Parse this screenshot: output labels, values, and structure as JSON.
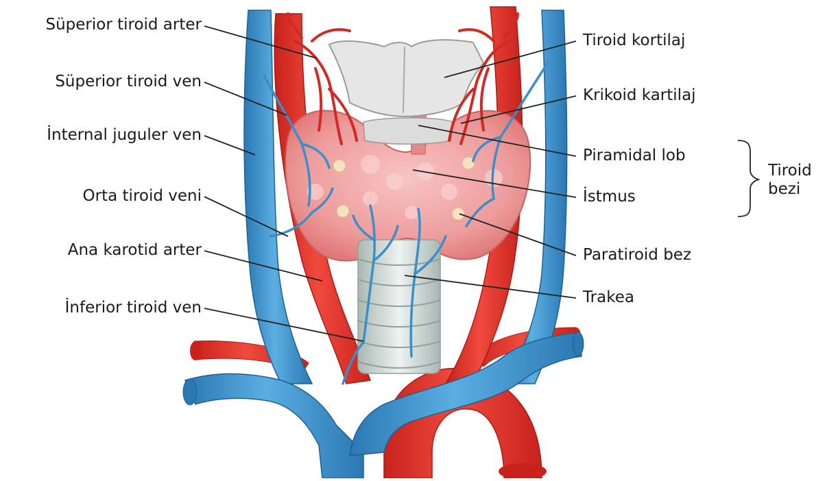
{
  "labels_left": {
    "superior_thyroid_artery": "Süperior tiroid arter",
    "superior_thyroid_vein": "Süperior tiroid ven",
    "internal_jugular_vein": "İnternal juguler ven",
    "middle_thyroid_vein": "Orta tiroid veni",
    "common_carotid_artery": "Ana karotid arter",
    "inferior_thyroid_vein": "İnferior tiroid ven"
  },
  "labels_right": {
    "thyroid_cartilage": "Tiroid kortilaj",
    "cricoid_cartilage": "Krikoid kartilaj",
    "pyramidal_lobe": "Piramidal lob",
    "isthmus": "İstmus",
    "parathyroid_gland": "Paratiroid bez",
    "trachea": "Trakea"
  },
  "group_label": {
    "line1": "Tiroid",
    "line2": "bezi"
  },
  "colors": {
    "artery": "#e0322a",
    "vein": "#3a8fc8",
    "gland": "#f0a3a3",
    "cartilage": "#e4e4e4",
    "trachea": "#c9d3d0",
    "leader_line": "#222222"
  }
}
